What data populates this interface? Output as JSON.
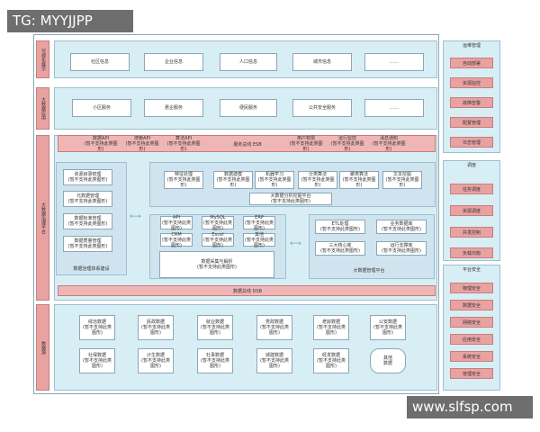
{
  "watermarks": {
    "top_left": "TG: MYYJJPP",
    "bottom_right": "www.slfsp.com"
  },
  "left_labels": {
    "l1": "可视化展示",
    "l2": "大数据应用",
    "l3": "大数据治理平台",
    "l4": "数据源"
  },
  "top_items": [
    "社区信息",
    "企业信息",
    "人口信息",
    "城市信息",
    "……"
  ],
  "app_items": [
    "小区服务",
    "惠企服务",
    "便民服务",
    "公共安全服务",
    "……"
  ],
  "bus_top": {
    "title": "服务总线 ESB",
    "apis": [
      "数据API\n(暂不支持此类图形)",
      "搜索API\n(暂不支持此类图形)",
      "算法API\n(暂不支持此类图形)",
      "用户权限\n(暂不支持此类图形)",
      "运行监控\n(暂不支持此类图形)",
      "消息通知\n(暂不支持此类图形)"
    ]
  },
  "governance": {
    "title": "数据治理体系建设",
    "items": [
      "资源目录梳理\n(暂不支持此类图形)",
      "元数据管理\n(暂不支持此类图形)",
      "数据标准管理\n(暂不支持此类图形)",
      "数据质量管理\n(暂不支持此类图形)"
    ]
  },
  "analysis": {
    "title": "大数据分析挖掘平台\n(暂不支持此类图形)",
    "items": [
      "特征处理\n(暂不支持此类图形)",
      "数据建模\n(暂不支持此类图形)",
      "机器学习\n(暂不支持此类图形)",
      "分类算法\n(暂不支持此类图形)",
      "聚类算法\n(暂不支持此类图形)",
      "文本挖掘\n(暂不支持此类图形)"
    ]
  },
  "collection": {
    "items": [
      "API\n(暂不支持此类图形)",
      "MySQL\n(暂不支持此类图形)",
      "ERP\n(暂不支持此类图形)",
      "CRM\n(暂不支持此类图形)",
      "Excel\n(暂不支持此类图形)",
      "其他\n(暂不支持此类图形)"
    ],
    "center": "数据采集与解析\n(暂不支持此类图形)"
  },
  "management": {
    "title": "大数据管理平台",
    "items": [
      "ETL处理\n(暂不支持此类图形)",
      "业务数据库\n(暂不支持此类图形)",
      "三大核心库\n(暂不支持此类图形)",
      "运行支撑库\n(暂不支持此类图形)"
    ]
  },
  "bus_bottom": "数据总线 DSB",
  "sources": {
    "row1": [
      "综治数据\n(暂不支持此类图形)",
      "民政数据\n(暂不支持此类图形)",
      "就业数据\n(暂不支持此类图形)",
      "党政数据\n(暂不支持此类图形)",
      "老龄数据\n(暂不支持此类图形)",
      "公安数据\n(暂不支持此类图形)"
    ],
    "row2": [
      "社保数据\n(暂不支持此类图形)",
      "计生数据\n(暂不支持此类图形)",
      "社事数据\n(暂不支持此类图形)",
      "城建数据\n(暂不支持此类图形)",
      "经发数据\n(暂不支持此类图形)",
      "其他\n数据"
    ]
  },
  "right_panels": {
    "ops": {
      "title": "运维管理",
      "items": [
        "自动部署",
        "资源监控",
        "故障告警",
        "配置管理",
        "日志管理"
      ]
    },
    "sched": {
      "title": "调度",
      "items": [
        "任务调度",
        "资源调度",
        "并发控制",
        "负载均衡"
      ]
    },
    "security": {
      "title": "平台安全",
      "items": [
        "物理安全",
        "数据安全",
        "网络安全",
        "应用安全",
        "系统安全",
        "管理安全"
      ]
    }
  },
  "colors": {
    "band": "#d8eef5",
    "label_red": "#e9a2a2",
    "bus_red": "#f0b6b6",
    "border": "#8aa7b8"
  }
}
